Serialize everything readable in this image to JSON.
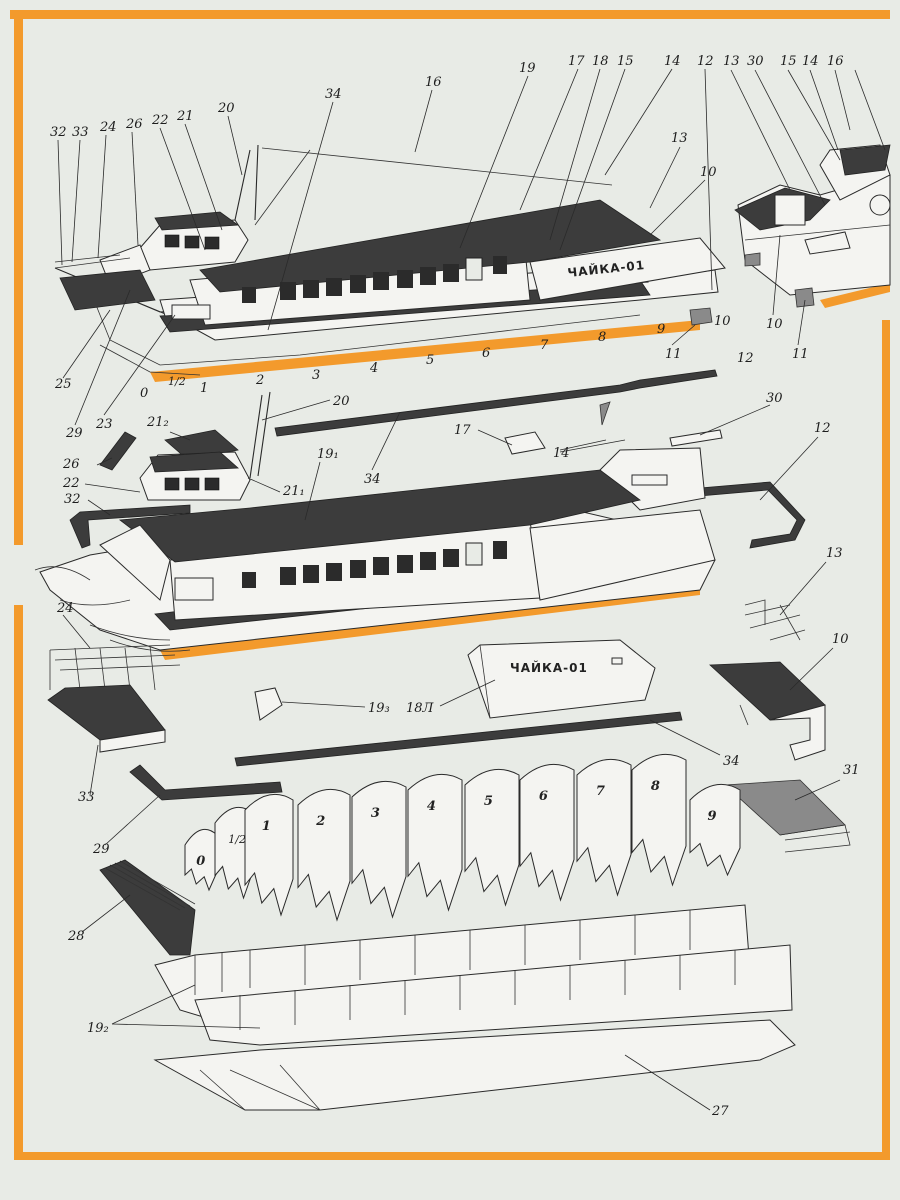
{
  "colors": {
    "accent_orange": "#f39a2c",
    "paper": "#e8ebe6",
    "ink": "#2a2a2a"
  },
  "boat_name": "ЧАЙКА-01",
  "top_view": {
    "labels": {
      "l32": "32",
      "l33": "33",
      "l24": "24",
      "l26": "26",
      "l22": "22",
      "l21": "21",
      "l20": "20",
      "l34": "34",
      "l16": "16",
      "l19": "19",
      "l17": "17",
      "l18": "18",
      "l15": "15",
      "l14": "14",
      "l13": "13",
      "l10": "10",
      "l12": "12",
      "l25": "25",
      "l29": "29",
      "l23": "23",
      "l11": "11",
      "l10b": "10",
      "l12b": "12",
      "s0": "0",
      "s1_2": "1/2",
      "s1": "1",
      "s2": "2",
      "s3": "3",
      "s4": "4",
      "s5": "5",
      "s6": "6",
      "s7": "7",
      "s8": "8",
      "s9": "9"
    }
  },
  "stern_view": {
    "labels": {
      "l12": "12",
      "l13": "13",
      "l30": "30",
      "l15": "15",
      "l14": "14",
      "l16": "16",
      "l10": "10",
      "l11": "11"
    }
  },
  "assembly_view": {
    "labels": {
      "l20": "20",
      "l30": "30",
      "l12": "12",
      "l17": "17",
      "l14": "14",
      "l34": "34",
      "l21_2": "21₂",
      "l26": "26",
      "l19_1": "19₁",
      "l22": "22",
      "l21_1": "21₁",
      "l32": "32",
      "l13": "13"
    }
  },
  "parts_view": {
    "labels": {
      "l24": "24",
      "l10": "10",
      "l18L": "18Л",
      "l19_3": "19₃",
      "l33": "33",
      "l34": "34",
      "l31": "31",
      "l29": "29",
      "l28": "28",
      "l19_2": "19₂",
      "l27": "27"
    },
    "frames": [
      "0",
      "1/2",
      "1",
      "2",
      "3",
      "4",
      "5",
      "6",
      "7",
      "8",
      "9"
    ]
  }
}
